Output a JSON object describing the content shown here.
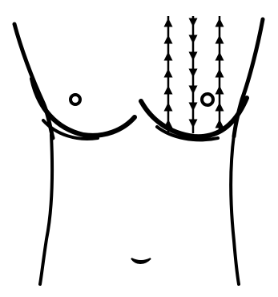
{
  "colors": {
    "background": "#ffffff",
    "ink": "#000000"
  },
  "diagram": {
    "subject": "female-torso-outline",
    "arrow_columns": [
      {
        "id": "left",
        "direction": "up",
        "arrowheads": 7
      },
      {
        "id": "middle",
        "direction": "down",
        "arrowheads": 7
      },
      {
        "id": "right",
        "direction": "up",
        "arrowheads": 7
      }
    ]
  }
}
